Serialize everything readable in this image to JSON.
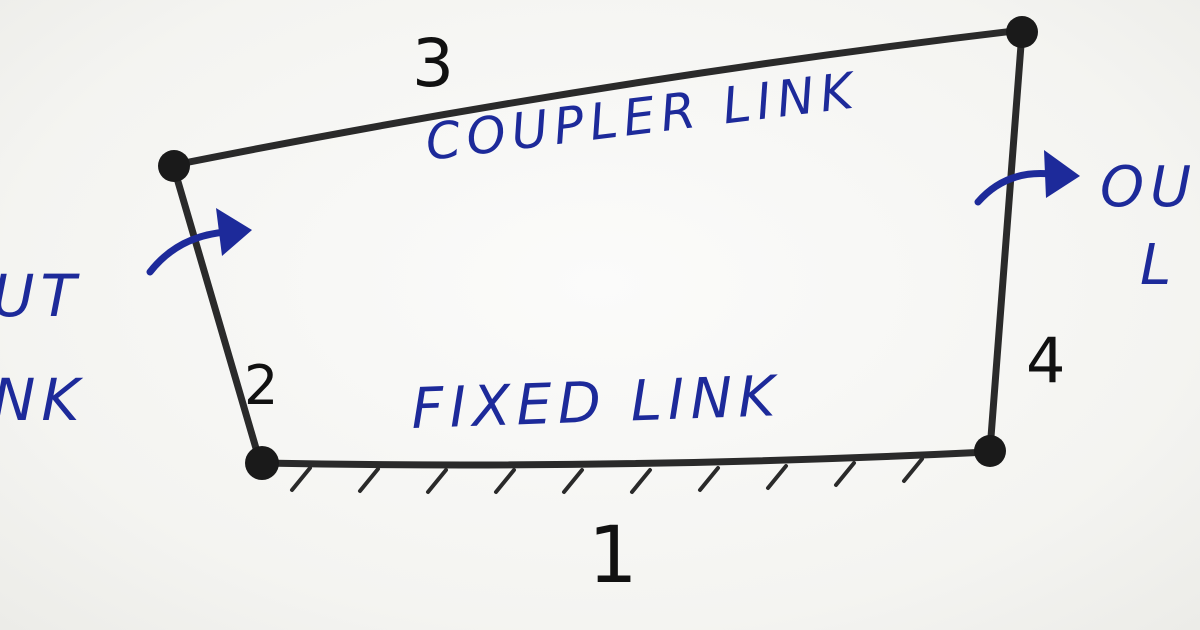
{
  "diagram": {
    "labels": {
      "link_1_number": "1",
      "link_2_number": "2",
      "link_3_number": "3",
      "link_4_number": "4",
      "coupler_link": "COUPLER LINK",
      "fixed_link": "FIXED LINK",
      "input_link_line1": "UT",
      "input_link_line2": "NK",
      "output_link_line1": "OU",
      "output_link_line2": "L"
    },
    "colors": {
      "link_stroke": "#2a2a2a",
      "joint_fill": "#1a1a1a",
      "handwriting_blue": "#1d2a9a",
      "number_black": "#111111",
      "paper": "#f7f7f5"
    }
  }
}
